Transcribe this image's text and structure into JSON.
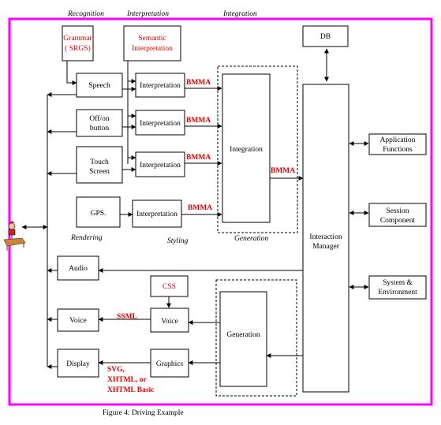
{
  "colors": {
    "frame": "#ff00ff",
    "highlight": "#e00000"
  },
  "headers": {
    "recognition": "Recognition",
    "interpretation": "Interpretation",
    "integration": "Integration",
    "rendering": "Rendering",
    "styling": "Styling",
    "generation": "Generation"
  },
  "grammar": {
    "line1": "Grammar",
    "line2": "( SRGS)"
  },
  "semantic": {
    "line1": "Semantic",
    "line2": "Interpretation"
  },
  "db": "DB",
  "inputs": {
    "speech": "Speech",
    "offon_line1": "Off/on",
    "offon_line2": "button",
    "touch_line1": "Touch",
    "touch_line2": "Screen",
    "gps": "GPS."
  },
  "interpretation_label": "Interpretation",
  "bmma": "BMMA",
  "integration_box": "Integration",
  "manager": {
    "line1": "Interaction",
    "line2": "Manager"
  },
  "services": {
    "app_line1": "Application",
    "app_line2": "Functions",
    "session_line1": "Session",
    "session_line2": "Component",
    "system_line1": "System &",
    "system_line2": "Environment"
  },
  "outputs": {
    "audio": "Audio",
    "voice": "Voice",
    "display": "Display"
  },
  "styling_boxes": {
    "css": "CSS",
    "voice": "Voice",
    "graphics": "Graphics"
  },
  "generation_box": "Generation",
  "ssml": "SSML",
  "formats": {
    "line1": "SVG,",
    "line2": "XHTML, or",
    "line3": "XHTML Basic"
  },
  "caption": "Figure 4:  Driving Example",
  "icons": {
    "user": "person-at-desk-icon"
  }
}
